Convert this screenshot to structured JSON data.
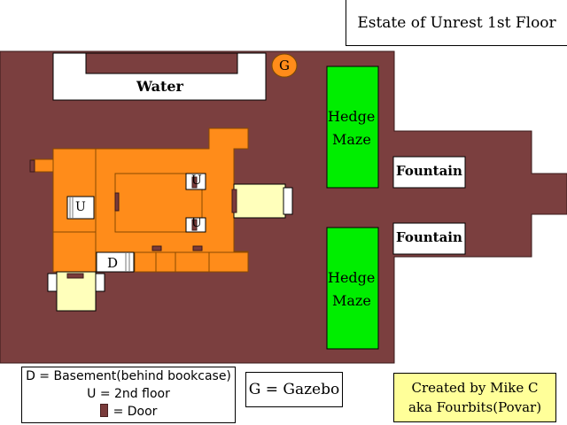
{
  "title": "Estate of Unrest 1st Floor",
  "labels": {
    "water": "Water",
    "gazebo": "G",
    "hedge_maze_top": [
      "Hedge",
      "Maze"
    ],
    "hedge_maze_bottom": [
      "Hedge",
      "Maze"
    ],
    "fountain_top": "Fountain",
    "fountain_bottom": "Fountain",
    "upstairs_1": "U",
    "upstairs_2": "U",
    "upstairs_3": "U",
    "basement": "D"
  },
  "legend": {
    "basement": "D = Basement(behind bookcase)",
    "upstairs": "U = 2nd floor",
    "door": "= Door"
  },
  "gazebo_key": "G = Gazebo",
  "credit": {
    "line1": "Created by Mike C",
    "line2": "aka Fourbits(Povar)"
  },
  "colors": {
    "ground": "#7b3f3f",
    "building": "#ff8c1a",
    "hedge": "#00ee00",
    "porch": "#ffffbb",
    "gazebo": "#ff8c1a",
    "door": "#7a3b3b",
    "credit_bg": "#ffff99"
  }
}
